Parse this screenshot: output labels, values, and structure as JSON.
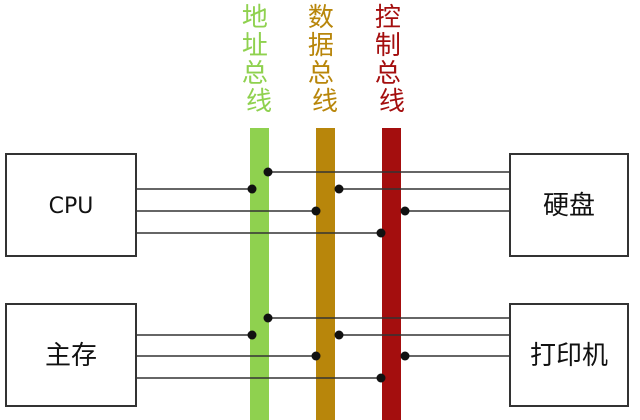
{
  "buses": [
    {
      "label_chars": [
        "地",
        "址",
        "总",
        "线"
      ],
      "color": "#8fd14f",
      "text_color": "#8fd14f"
    },
    {
      "label_chars": [
        "数",
        "据",
        "总",
        "线"
      ],
      "color": "#b8860b",
      "text_color": "#b8860b"
    },
    {
      "label_chars": [
        "控",
        "制",
        "总",
        "线"
      ],
      "color": "#a40e0e",
      "text_color": "#a40e0e"
    }
  ],
  "devices": {
    "cpu": "CPU",
    "main_memory": "主存",
    "hard_disk": "硬盘",
    "printer": "打印机"
  }
}
